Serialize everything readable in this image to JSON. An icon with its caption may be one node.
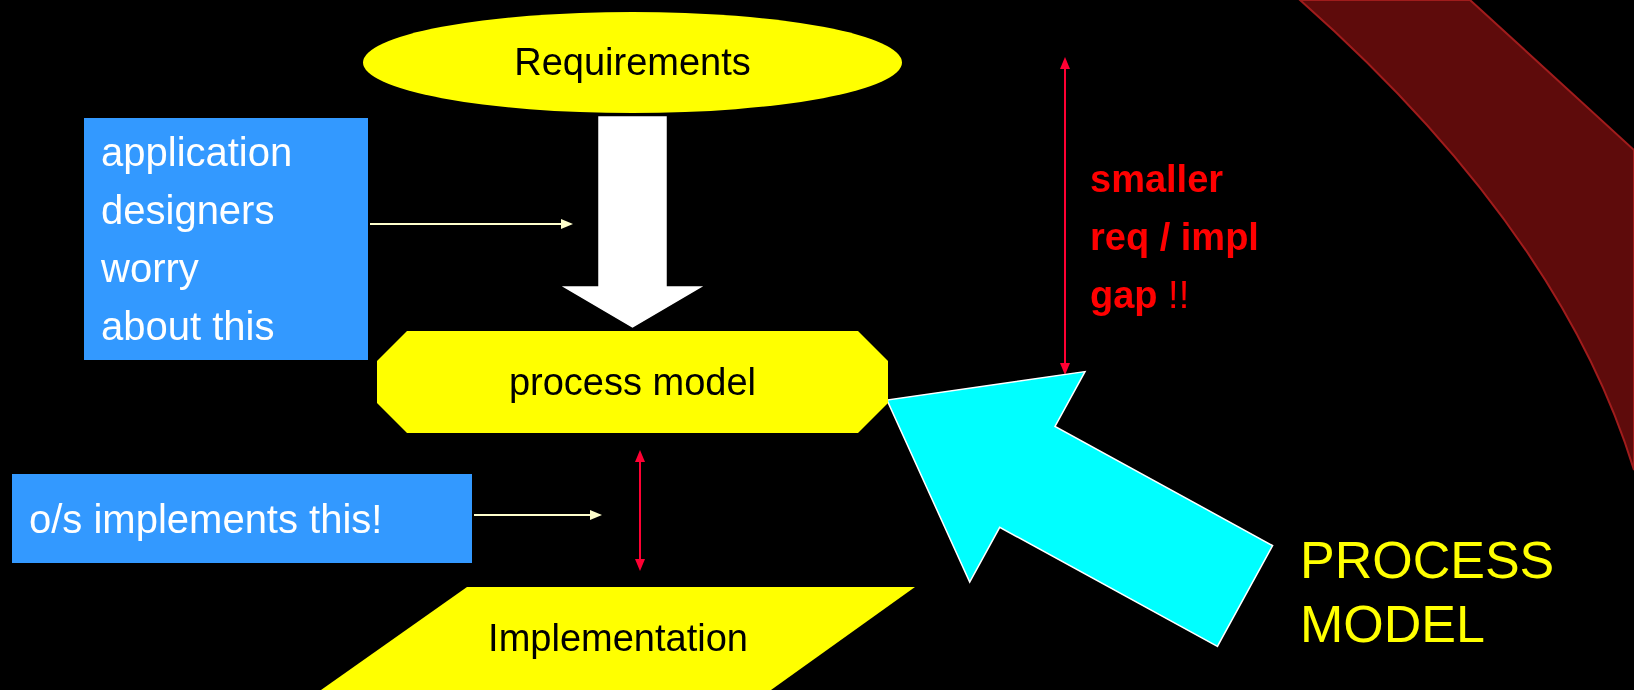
{
  "diagram": {
    "nodes": [
      {
        "text": [
          "Requirements"
        ]
      },
      {
        "text": [
          "application designers worry about this"
        ]
      },
      {
        "text": [
          "process model"
        ]
      },
      {
        "text": [
          "o/s implements this!"
        ]
      },
      {
        "text": [
          "Implementation"
        ]
      },
      {
        "text": [
          "PROCESS MODEL"
        ]
      }
    ],
    "edges": [
      {
        "from": 0,
        "to": 2,
        "arrow": "to",
        "style": "thick",
        "color": "#ffffff"
      },
      {
        "from": 1,
        "to": null,
        "arrow": "to",
        "color": "#ffffcc"
      },
      {
        "from": 3,
        "to": null,
        "arrow": "to",
        "color": "#ffffcc"
      },
      {
        "from": 2,
        "to": 4,
        "arrow": "both",
        "color": "#ff0033"
      },
      {
        "from": 5,
        "to": 2,
        "arrow": "to",
        "style": "thick",
        "color": "#00ffff"
      }
    ],
    "labels": [
      "**smaller req / impl gap** !!"
    ]
  }
}
